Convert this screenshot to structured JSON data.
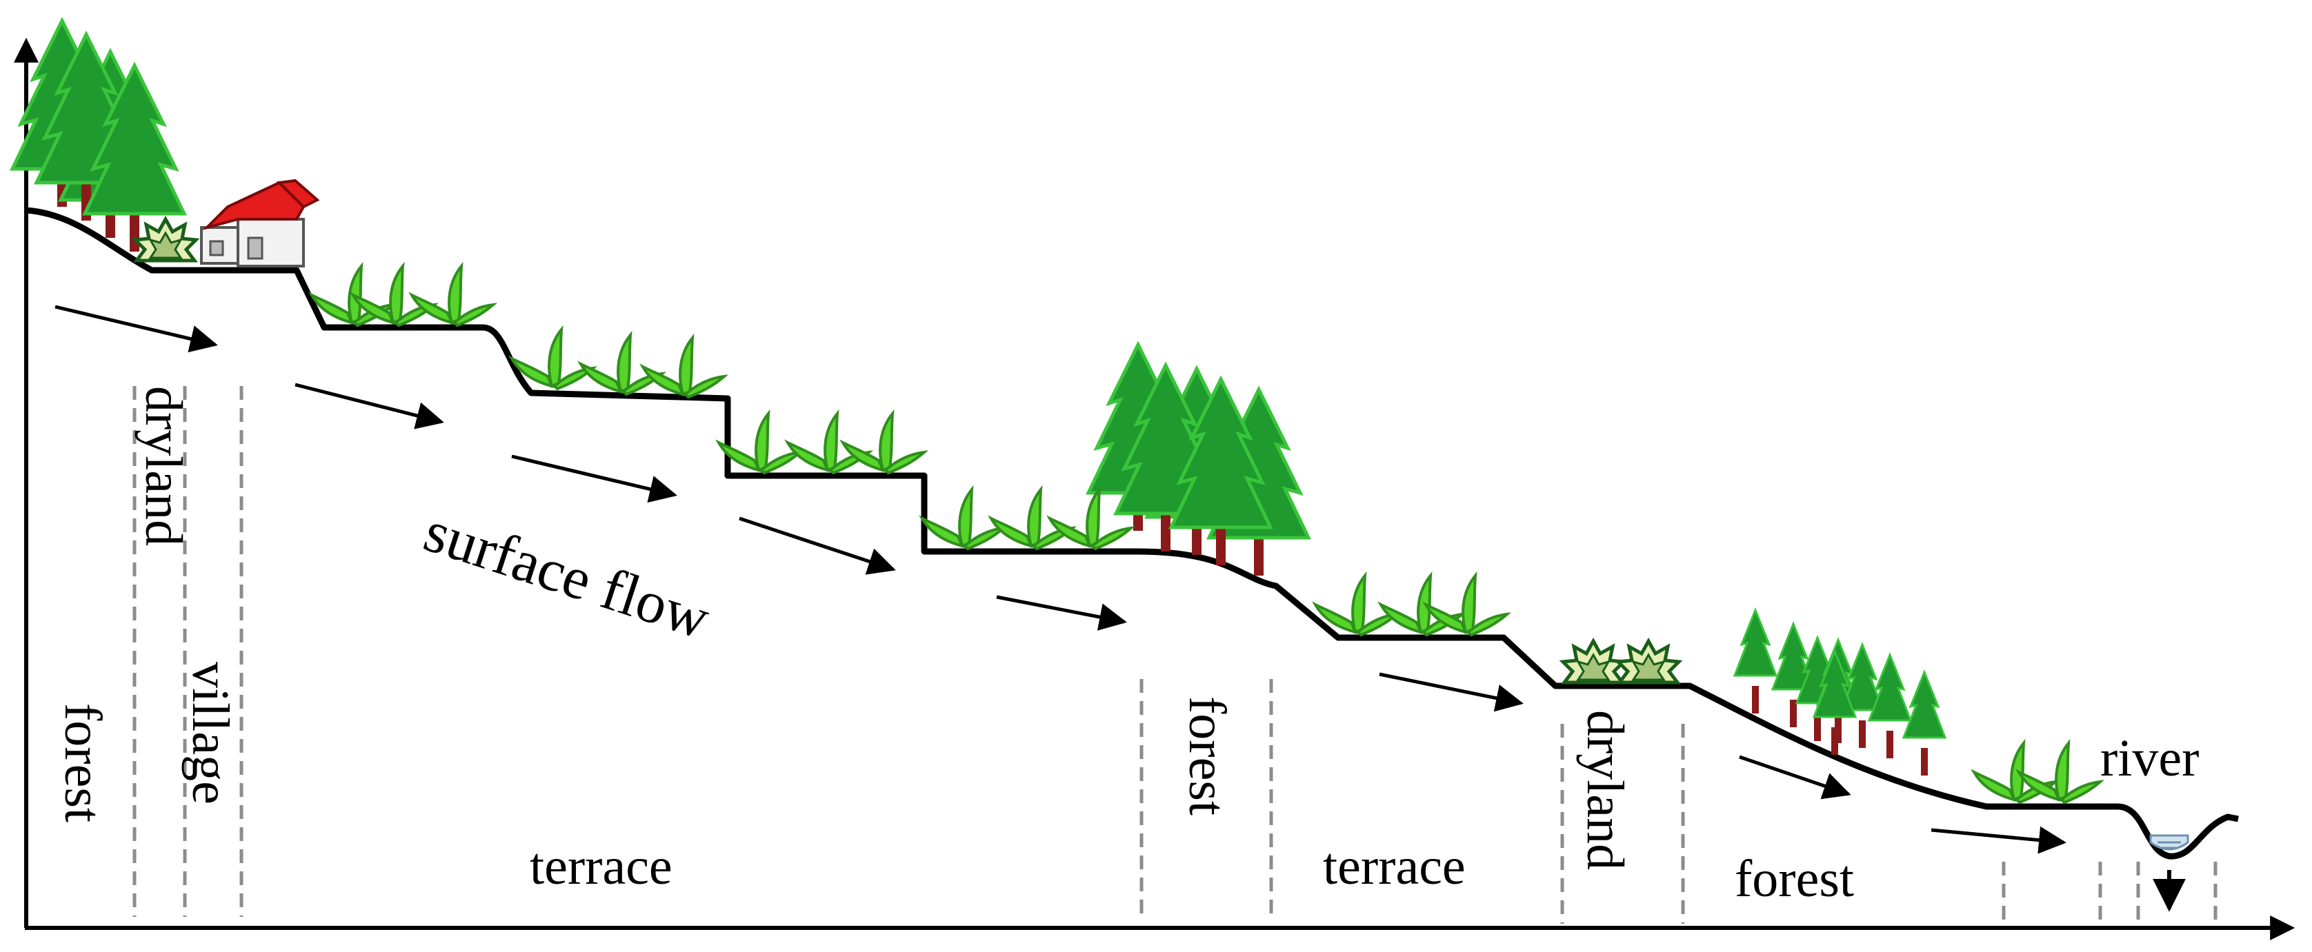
{
  "labels": {
    "forest_1": "forest",
    "dryland_1": "dryland",
    "village": "village",
    "surface_flow": "surface flow",
    "terrace_1": "terrace",
    "forest_2": "forest",
    "terrace_2": "terrace",
    "dryland_2": "dryland",
    "forest_3": "forest",
    "river": "river"
  },
  "colors": {
    "ground": "#000000",
    "tree": "#1f9a2e",
    "tree_light": "#39c43a",
    "trunk": "#8b1a1a",
    "crop": "#57d42a",
    "crop_dark": "#2f8f1c",
    "roof": "#e51c1c",
    "wall": "#f2f2f2",
    "divider": "#8c8c8c",
    "water": "#6f8fb0"
  },
  "icons": [
    "tree-icon",
    "crop-icon",
    "shrub-icon",
    "house-icon",
    "flow-arrow-icon"
  ]
}
